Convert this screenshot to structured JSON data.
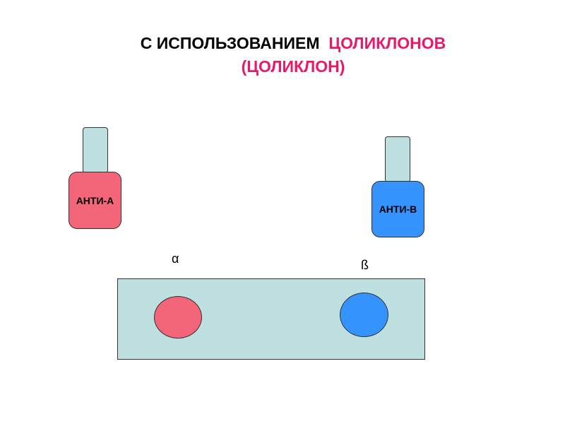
{
  "title": {
    "line1_main": "С ИСПОЛЬЗОВАНИЕМ",
    "line1_accent": "ЦОЛИКЛОНОВ",
    "line2_accent": "(ЦОЛИКЛОН)",
    "accent_color": "#e8196a"
  },
  "bottles": {
    "anti_a": {
      "label": "АНТИ-А",
      "color": "#f36579"
    },
    "anti_b": {
      "label": "АНТИ-В",
      "color": "#3593fd"
    }
  },
  "tray": {
    "color": "#bfe0e1",
    "symbol_left": "α",
    "symbol_right": "ß",
    "drop_left_color": "#f36579",
    "drop_right_color": "#3593fd"
  }
}
